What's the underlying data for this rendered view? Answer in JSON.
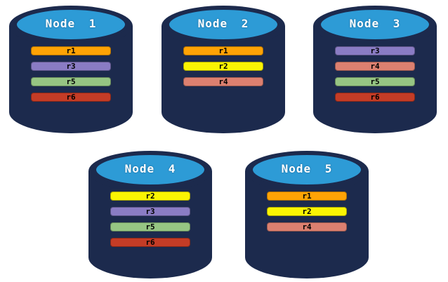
{
  "colors": {
    "background": "#ffffff",
    "cylinder_body": "#1C2A4D",
    "cylinder_top": "#2D9BD6",
    "title_text": "#FFFFFF",
    "bar_text": "#000000"
  },
  "replica_colors": {
    "r1": "#FFA305",
    "r2": "#FAF403",
    "r3": "#8A7CC4",
    "r4": "#DC8070",
    "r5": "#96C583",
    "r6": "#C43C26"
  },
  "nodes": [
    {
      "name": "Node 1",
      "replicas": [
        "r1",
        "r3",
        "r5",
        "r6"
      ]
    },
    {
      "name": "Node 2",
      "replicas": [
        "r1",
        "r2",
        "r4"
      ]
    },
    {
      "name": "Node 3",
      "replicas": [
        "r3",
        "r4",
        "r5",
        "r6"
      ]
    },
    {
      "name": "Node 4",
      "replicas": [
        "r2",
        "r3",
        "r5",
        "r6"
      ]
    },
    {
      "name": "Node 5",
      "replicas": [
        "r1",
        "r2",
        "r4"
      ]
    }
  ]
}
